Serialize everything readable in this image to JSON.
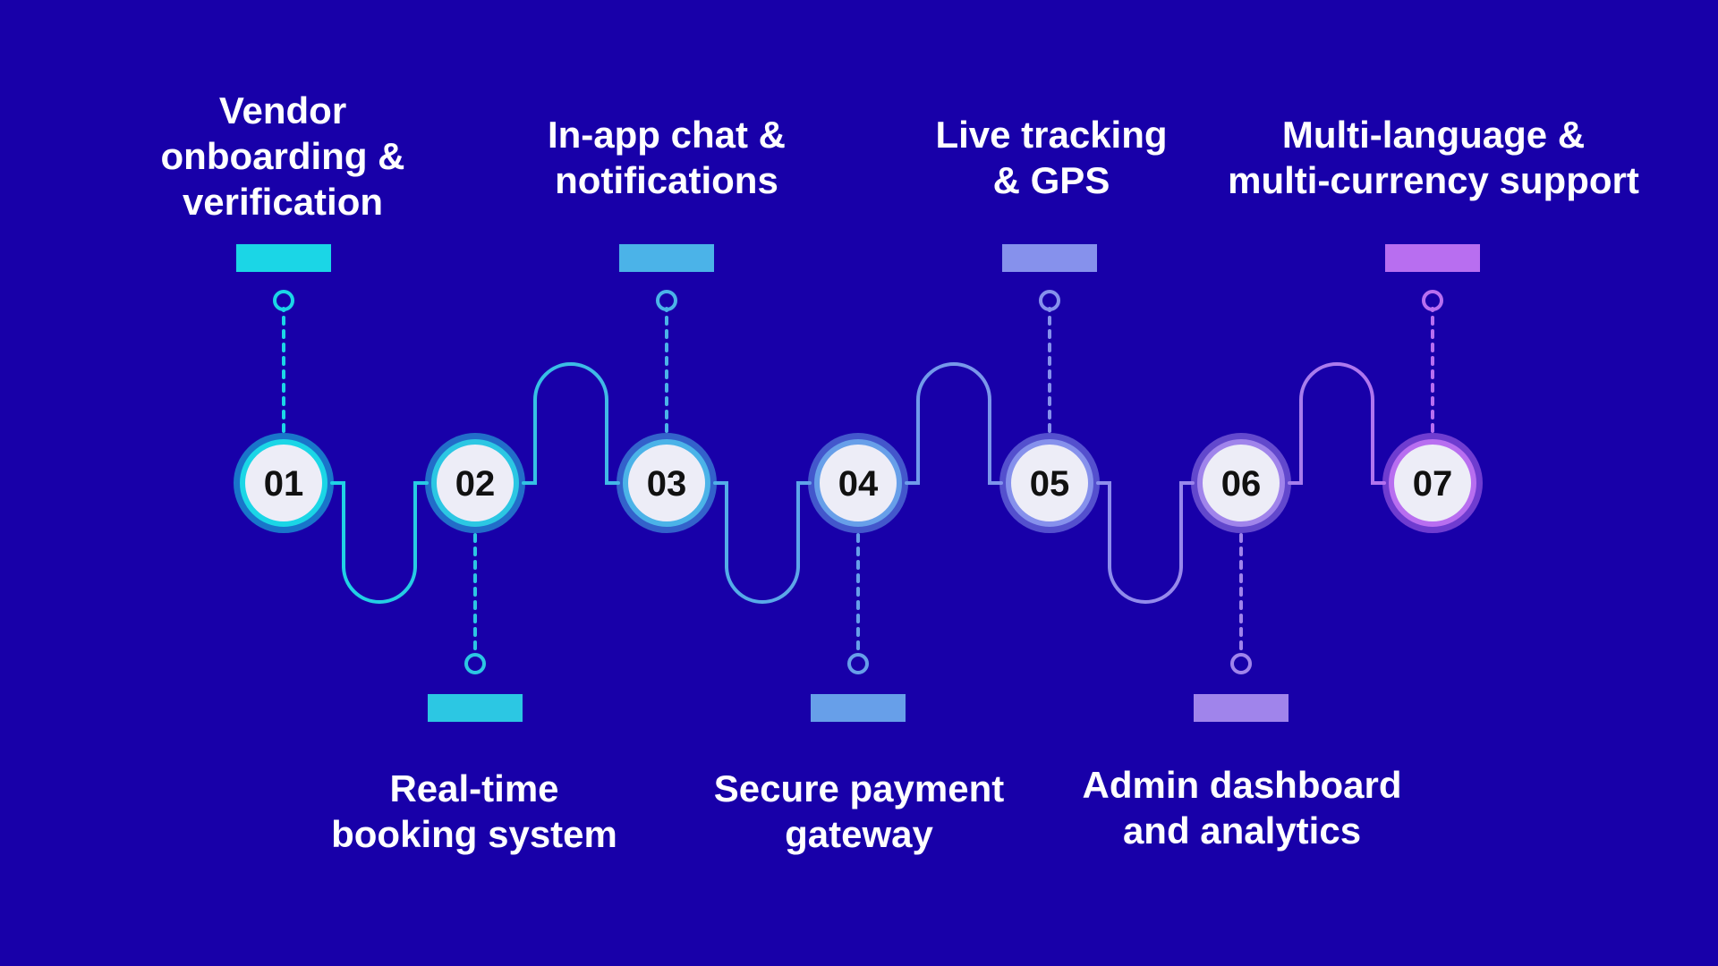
{
  "steps": [
    {
      "number": "01",
      "label": "Vendor\nonboarding &\nverification",
      "color": "#1bd6e6"
    },
    {
      "number": "02",
      "label": "Real-time\nbooking system",
      "color": "#2cc7e3"
    },
    {
      "number": "03",
      "label": "In-app chat &\nnotifications",
      "color": "#4bb3e8"
    },
    {
      "number": "04",
      "label": "Secure payment\ngateway",
      "color": "#679fe9"
    },
    {
      "number": "05",
      "label": "Live tracking\n& GPS",
      "color": "#8691ec"
    },
    {
      "number": "06",
      "label": "Admin dashboard\nand analytics",
      "color": "#a084eb"
    },
    {
      "number": "07",
      "label": "Multi-language &\nmulti-currency support",
      "color": "#b86ef0"
    }
  ],
  "colors": {
    "background": "#1800a9",
    "node_fill": "#ededf7",
    "number_text": "#111111"
  }
}
